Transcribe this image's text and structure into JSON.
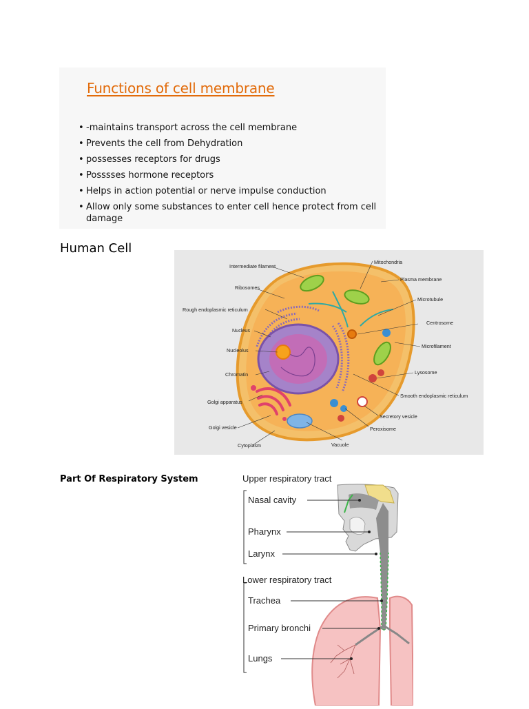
{
  "functions": {
    "title": "Functions of cell membrane",
    "bullets": [
      "-maintains transport across the cell membrane",
      " Prevents the cell from Dehydration",
      " possesses  receptors for drugs",
      "Posssses hormone receptors",
      "Helps in action potential or nerve impulse conduction",
      "Allow only some substances to enter cell hence protect from cell damage"
    ],
    "title_color": "#e26b0a"
  },
  "human_cell": {
    "heading": "Human Cell",
    "labels": {
      "intermediate_filament": "Intermediate filament",
      "ribosomes": "Ribosomes",
      "rough_er": "Rough endoplasmic reticulum",
      "nucleus": "Nucleus",
      "nucleolus": "Nucleolus",
      "chromatin": "Chromatin",
      "golgi_apparatus": "Golgi apparatus",
      "golgi_vesicle": "Golgi vesicle",
      "cytoplasm": "Cytoplasm",
      "vacuole": "Vacuole",
      "peroxisome": "Peroxisome",
      "secretory_vesicle": "Secretory vesicle",
      "smooth_er": "Smooth endoplasmic reticulum",
      "lysosome": "Lysosome",
      "microfilament": "Microfilament",
      "centrosome": "Centrosome",
      "microtubule": "Microtubule",
      "plasma_membrane": "Plasma membrane",
      "mitochondria": "Mitochondria"
    }
  },
  "respiratory": {
    "heading": "Part Of Respiratory System",
    "upper_title": "Upper respiratory tract",
    "lower_title": "Lower respiratory tract",
    "nasal_cavity": "Nasal cavity",
    "pharynx": "Pharynx",
    "larynx": "Larynx",
    "trachea": "Trachea",
    "primary_bronchi": "Primary bronchi",
    "lungs": "Lungs"
  }
}
